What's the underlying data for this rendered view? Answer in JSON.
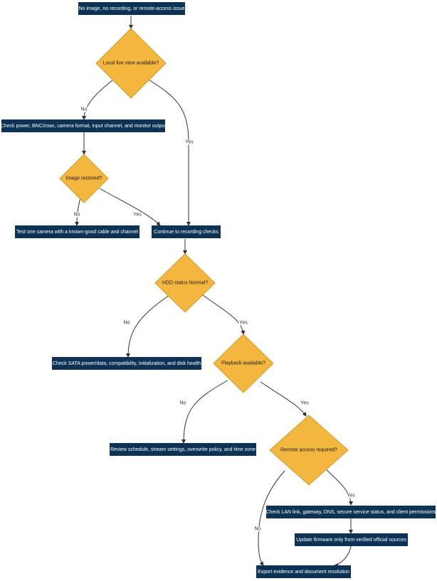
{
  "colors": {
    "process": "#0c3356",
    "decision": "#f3b63f",
    "decision_stroke": "#d99a25",
    "edge": "#333333"
  },
  "nodes": {
    "start": "No image, no recording, or remote-access issue",
    "live_view": "Local live view available?",
    "check_power": "Check power, BNC/coax, camera format, input channel, and monitor output",
    "image_restored": "Image restored?",
    "test_camera": "Test one camera with a known-good cable and channel",
    "recording_checks": "Continue to recording checks",
    "hdd_status": "HDD status Normal?",
    "check_sata": "Check SATA power/data, compatibility, initialization, and disk health",
    "playback": "Playback available?",
    "review_schedule": "Review schedule, stream settings, overwrite policy, and time zone",
    "remote_access": "Remote access required?",
    "check_lan": "Check LAN link, gateway, DNS, secure service status, and client permissions",
    "update_firmware": "Update firmware only from verified official sources",
    "export_evidence": "Export evidence and document resolution"
  },
  "edge_labels": {
    "live_no": "No",
    "live_yes": "Yes",
    "restored_no": "No",
    "restored_yes": "Yes",
    "hdd_no": "No",
    "hdd_yes": "Yes",
    "playback_no": "No",
    "playback_yes": "Yes",
    "remote_yes": "Yes",
    "remote_no": "No"
  }
}
